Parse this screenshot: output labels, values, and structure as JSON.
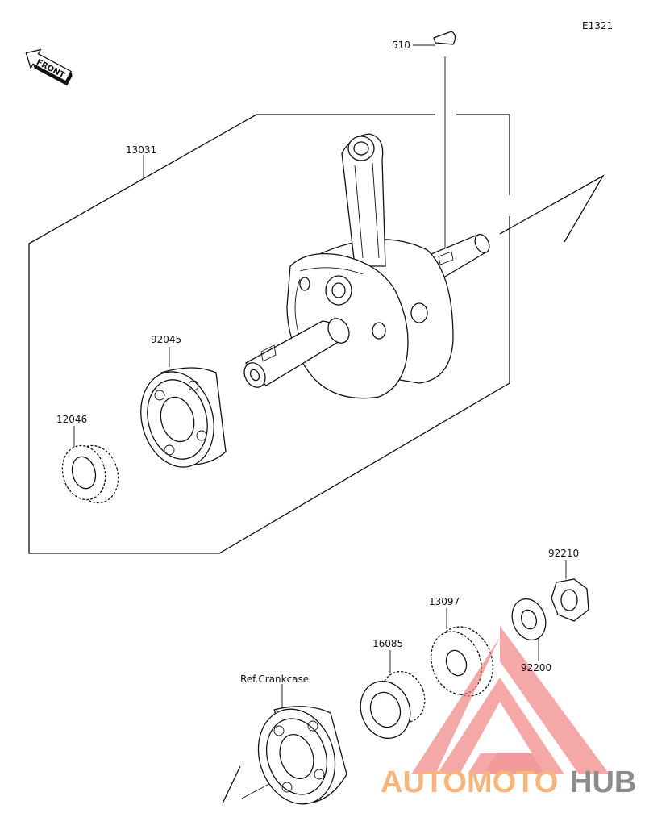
{
  "diagram_code": "E1321",
  "front_label": "FRONT",
  "parts": [
    {
      "id": "p510",
      "number": "510"
    },
    {
      "id": "p13031",
      "number": "13031"
    },
    {
      "id": "p92045",
      "number": "92045"
    },
    {
      "id": "p12046",
      "number": "12046"
    },
    {
      "id": "p92210",
      "number": "92210"
    },
    {
      "id": "p13097",
      "number": "13097"
    },
    {
      "id": "p16085",
      "number": "16085"
    },
    {
      "id": "p92200",
      "number": "92200"
    },
    {
      "id": "pref",
      "number": "Ref.Crankcase"
    }
  ],
  "watermark": {
    "part1": "AUTOMOTO",
    "part2": "HUB",
    "color1": "#f6b57a",
    "color2": "#8c8c8c",
    "logo_color": "#f08080"
  }
}
